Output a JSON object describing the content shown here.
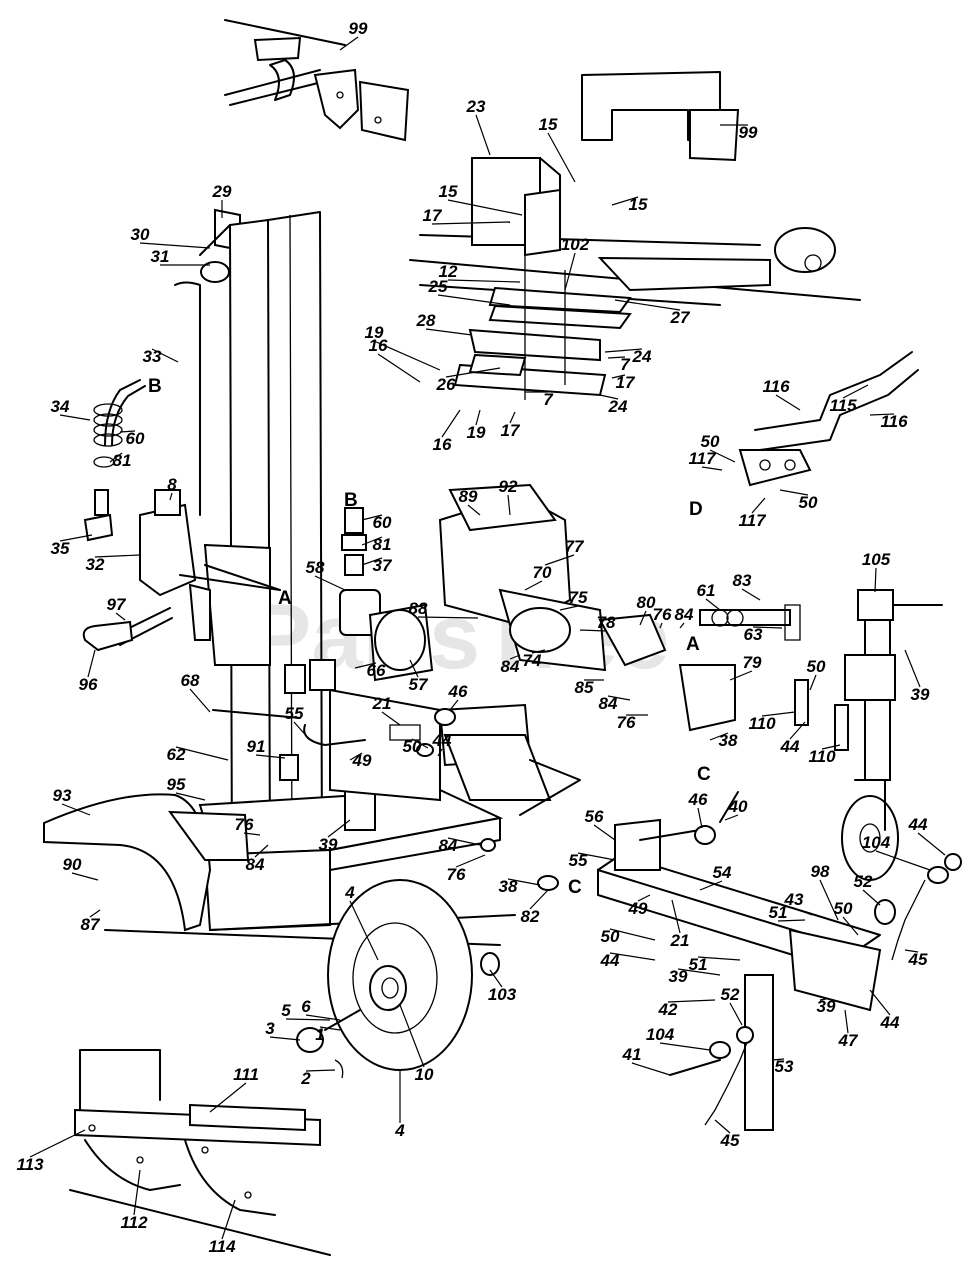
{
  "watermark": "PartsTree",
  "connector_letters": {
    "hose_b_left": "B",
    "hose_b_pump": "B",
    "line_a_valve": "A",
    "line_a_pump": "A",
    "line_c_filter": "C",
    "line_c_tank": "C",
    "hitch_d": "D"
  },
  "callouts": [
    {
      "id": "c99a",
      "num": "99"
    },
    {
      "id": "c99b",
      "num": "99"
    },
    {
      "id": "c23",
      "num": "23"
    },
    {
      "id": "c15a",
      "num": "15"
    },
    {
      "id": "c15b",
      "num": "15"
    },
    {
      "id": "c15c",
      "num": "15"
    },
    {
      "id": "c17a",
      "num": "17"
    },
    {
      "id": "c102",
      "num": "102"
    },
    {
      "id": "c12",
      "num": "12"
    },
    {
      "id": "c25",
      "num": "25"
    },
    {
      "id": "c27",
      "num": "27"
    },
    {
      "id": "c28",
      "num": "28"
    },
    {
      "id": "c24a",
      "num": "24"
    },
    {
      "id": "c24b",
      "num": "24"
    },
    {
      "id": "c7a",
      "num": "7"
    },
    {
      "id": "c7b",
      "num": "7"
    },
    {
      "id": "c17b",
      "num": "17"
    },
    {
      "id": "c17c",
      "num": "17"
    },
    {
      "id": "c16a",
      "num": "16"
    },
    {
      "id": "c16b",
      "num": "16"
    },
    {
      "id": "c19a",
      "num": "19"
    },
    {
      "id": "c19b",
      "num": "19"
    },
    {
      "id": "c26",
      "num": "26"
    },
    {
      "id": "c29",
      "num": "29"
    },
    {
      "id": "c30",
      "num": "30"
    },
    {
      "id": "c31",
      "num": "31"
    },
    {
      "id": "c33",
      "num": "33"
    },
    {
      "id": "c34",
      "num": "34"
    },
    {
      "id": "c60a",
      "num": "60"
    },
    {
      "id": "c81a",
      "num": "81"
    },
    {
      "id": "c8",
      "num": "8"
    },
    {
      "id": "c35",
      "num": "35"
    },
    {
      "id": "c32",
      "num": "32"
    },
    {
      "id": "c97",
      "num": "97"
    },
    {
      "id": "c96",
      "num": "96"
    },
    {
      "id": "c58",
      "num": "58"
    },
    {
      "id": "c60b",
      "num": "60"
    },
    {
      "id": "c81b",
      "num": "81"
    },
    {
      "id": "c37",
      "num": "37"
    },
    {
      "id": "c89",
      "num": "89"
    },
    {
      "id": "c92",
      "num": "92"
    },
    {
      "id": "c77",
      "num": "77"
    },
    {
      "id": "c70",
      "num": "70"
    },
    {
      "id": "c75",
      "num": "75"
    },
    {
      "id": "c88",
      "num": "88"
    },
    {
      "id": "c78",
      "num": "78"
    },
    {
      "id": "c80",
      "num": "80"
    },
    {
      "id": "c76a",
      "num": "76"
    },
    {
      "id": "c84a",
      "num": "84"
    },
    {
      "id": "c84b",
      "num": "84"
    },
    {
      "id": "c74",
      "num": "74"
    },
    {
      "id": "c61",
      "num": "61"
    },
    {
      "id": "c83",
      "num": "83"
    },
    {
      "id": "c63",
      "num": "63"
    },
    {
      "id": "c79",
      "num": "79"
    },
    {
      "id": "c85",
      "num": "85"
    },
    {
      "id": "c84c",
      "num": "84"
    },
    {
      "id": "c76b",
      "num": "76"
    },
    {
      "id": "c38a",
      "num": "38"
    },
    {
      "id": "c57",
      "num": "57"
    },
    {
      "id": "c66",
      "num": "66"
    },
    {
      "id": "c68",
      "num": "68"
    },
    {
      "id": "c55a",
      "num": "55"
    },
    {
      "id": "c21a",
      "num": "21"
    },
    {
      "id": "c46a",
      "num": "46"
    },
    {
      "id": "c91",
      "num": "91"
    },
    {
      "id": "c50a",
      "num": "50"
    },
    {
      "id": "c44a",
      "num": "44"
    },
    {
      "id": "c49a",
      "num": "49"
    },
    {
      "id": "c62",
      "num": "62"
    },
    {
      "id": "c95",
      "num": "95"
    },
    {
      "id": "c93",
      "num": "93"
    },
    {
      "id": "c39a",
      "num": "39"
    },
    {
      "id": "c76c",
      "num": "76"
    },
    {
      "id": "c84d",
      "num": "84"
    },
    {
      "id": "c84e",
      "num": "84"
    },
    {
      "id": "c76d",
      "num": "76"
    },
    {
      "id": "c90",
      "num": "90"
    },
    {
      "id": "c87",
      "num": "87"
    },
    {
      "id": "c38b",
      "num": "38"
    },
    {
      "id": "c82",
      "num": "82"
    },
    {
      "id": "c4a",
      "num": "4"
    },
    {
      "id": "c103",
      "num": "103"
    },
    {
      "id": "c5",
      "num": "5"
    },
    {
      "id": "c6",
      "num": "6"
    },
    {
      "id": "c3",
      "num": "3"
    },
    {
      "id": "c1",
      "num": "1"
    },
    {
      "id": "c2",
      "num": "2"
    },
    {
      "id": "c10",
      "num": "10"
    },
    {
      "id": "c4b",
      "num": "4"
    },
    {
      "id": "c111",
      "num": "111"
    },
    {
      "id": "c113",
      "num": "113"
    },
    {
      "id": "c112",
      "num": "112"
    },
    {
      "id": "c114",
      "num": "114"
    },
    {
      "id": "c116a",
      "num": "116"
    },
    {
      "id": "c115",
      "num": "115"
    },
    {
      "id": "c116b",
      "num": "116"
    },
    {
      "id": "c117a",
      "num": "117"
    },
    {
      "id": "c50b",
      "num": "50"
    },
    {
      "id": "c50c",
      "num": "50"
    },
    {
      "id": "c117b",
      "num": "117"
    },
    {
      "id": "c105",
      "num": "105"
    },
    {
      "id": "c39b",
      "num": "39"
    },
    {
      "id": "c50d",
      "num": "50"
    },
    {
      "id": "c110a",
      "num": "110"
    },
    {
      "id": "c44b",
      "num": "44"
    },
    {
      "id": "c110b",
      "num": "110"
    },
    {
      "id": "c56",
      "num": "56"
    },
    {
      "id": "c55b",
      "num": "55"
    },
    {
      "id": "c46b",
      "num": "46"
    },
    {
      "id": "c40",
      "num": "40"
    },
    {
      "id": "c54",
      "num": "54"
    },
    {
      "id": "c49b",
      "num": "49"
    },
    {
      "id": "c21b",
      "num": "21"
    },
    {
      "id": "c50e",
      "num": "50"
    },
    {
      "id": "c44c",
      "num": "44"
    },
    {
      "id": "c51a",
      "num": "51"
    },
    {
      "id": "c43",
      "num": "43"
    },
    {
      "id": "c98",
      "num": "98"
    },
    {
      "id": "c52a",
      "num": "52"
    },
    {
      "id": "c50f",
      "num": "50"
    },
    {
      "id": "c104a",
      "num": "104"
    },
    {
      "id": "c44d",
      "num": "44"
    },
    {
      "id": "c45a",
      "num": "45"
    },
    {
      "id": "c44e",
      "num": "44"
    },
    {
      "id": "c47",
      "num": "47"
    },
    {
      "id": "c39c",
      "num": "39"
    },
    {
      "id": "c51b",
      "num": "51"
    },
    {
      "id": "c39d",
      "num": "39"
    },
    {
      "id": "c42",
      "num": "42"
    },
    {
      "id": "c52b",
      "num": "52"
    },
    {
      "id": "c104b",
      "num": "104"
    },
    {
      "id": "c41",
      "num": "41"
    },
    {
      "id": "c53",
      "num": "53"
    },
    {
      "id": "c45b",
      "num": "45"
    }
  ]
}
